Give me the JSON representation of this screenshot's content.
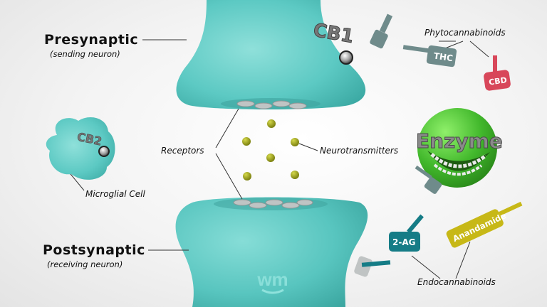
{
  "labels": {
    "presynaptic": "Presynaptic",
    "presynaptic_sub": "(sending neuron)",
    "postsynaptic": "Postsynaptic",
    "postsynaptic_sub": "(receiving neuron)",
    "receptors": "Receptors",
    "neurotransmitters": "Neurotransmitters",
    "microglial_cell": "Microglial Cell",
    "phytocannabinoids": "Phytocannabinoids",
    "endocannabinoids": "Endocannabinoids"
  },
  "tags": {
    "cb1": "CB1",
    "cb2": "CB2",
    "thc": "THC",
    "cbd": "CBD",
    "two_ag": "2-AG",
    "anandamide": "Anandamide",
    "enzyme": "Enzyme",
    "logo": "wm"
  },
  "colors": {
    "neuron": "#5cc9c3",
    "key_gray": "#6f8b8b",
    "cbd_red": "#d8475a",
    "two_ag_teal": "#157c86",
    "anandamide_yellow": "#c7b817",
    "enzyme_green": "#4dc133",
    "neurotransmitter": "#9fa514"
  }
}
